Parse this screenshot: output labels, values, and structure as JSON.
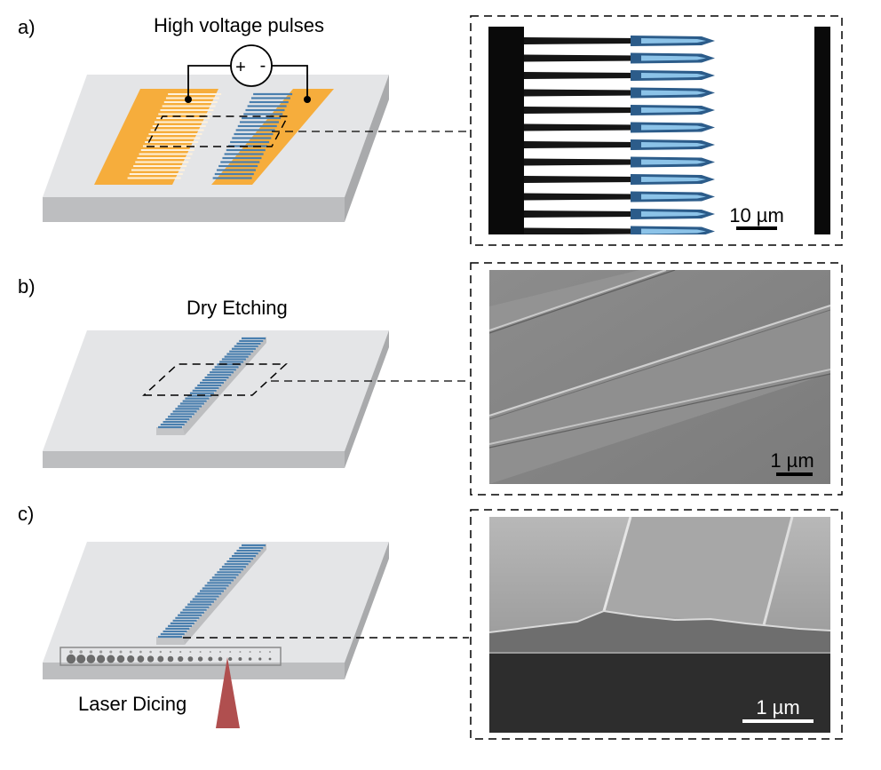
{
  "panels": {
    "a": {
      "letter": "a)",
      "caption": "High voltage pulses",
      "polarity_plus": "+",
      "polarity_minus": "-",
      "scale_bar": "10 µm"
    },
    "b": {
      "letter": "b)",
      "caption": "Dry Etching",
      "scale_bar": "1 µm"
    },
    "c": {
      "letter": "c)",
      "caption": "Laser Dicing",
      "scale_bar": "1 µm"
    }
  },
  "colors": {
    "electrode": "#f6ad3c",
    "domain_blue": "#4a7fae",
    "substrate_top": "#e4e5e7",
    "substrate_side": "#bdbec0",
    "laser": "#b04f4f",
    "dicing_dot": "#6b6b6b"
  }
}
